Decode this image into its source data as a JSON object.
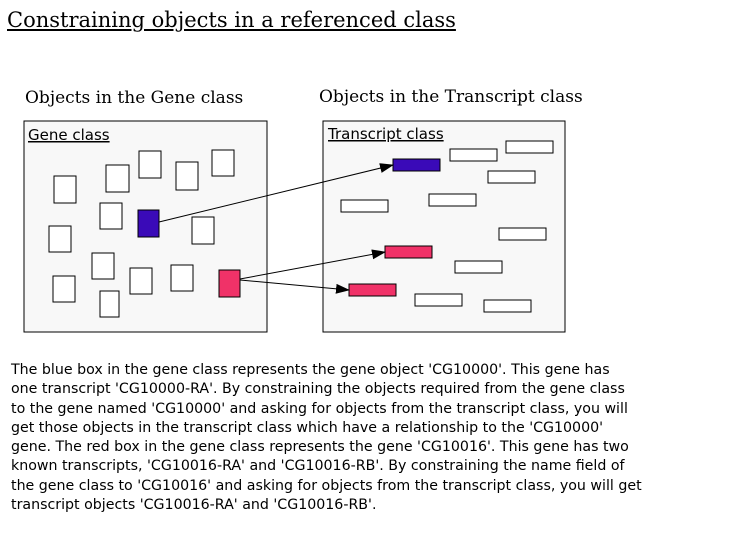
{
  "title": "Constraining objects in a referenced class",
  "gene_caption": "Objects in the Gene class",
  "transcript_caption": "Objects in the Transcript class",
  "gene_box_label": "Gene class",
  "transcript_box_label": "Transcript class",
  "colors": {
    "blue_object": "#3a0ab8",
    "red_object": "#f03268",
    "plain_object": "#ffffff",
    "box_fill": "#f8f8f8"
  },
  "description_lines": [
    "The blue box in the gene class represents the gene object  'CG10000'.  This gene has",
    "one transcript 'CG10000-RA'.  By constraining the objects required from the gene class",
    "to the gene named 'CG10000' and asking for objects from the transcript class, you will",
    "get those objects in the transcript class which have a relationship to the 'CG10000'",
    " gene. The red box in the gene class represents the gene 'CG10016'.  This gene has two",
    "known transcripts, 'CG10016-RA' and 'CG10016-RB'.   By constraining the name field of",
    "the gene class to 'CG10016' and asking for objects from the transcript class, you will get",
    "transcript objects 'CG10016-RA' and 'CG10016-RB'."
  ]
}
